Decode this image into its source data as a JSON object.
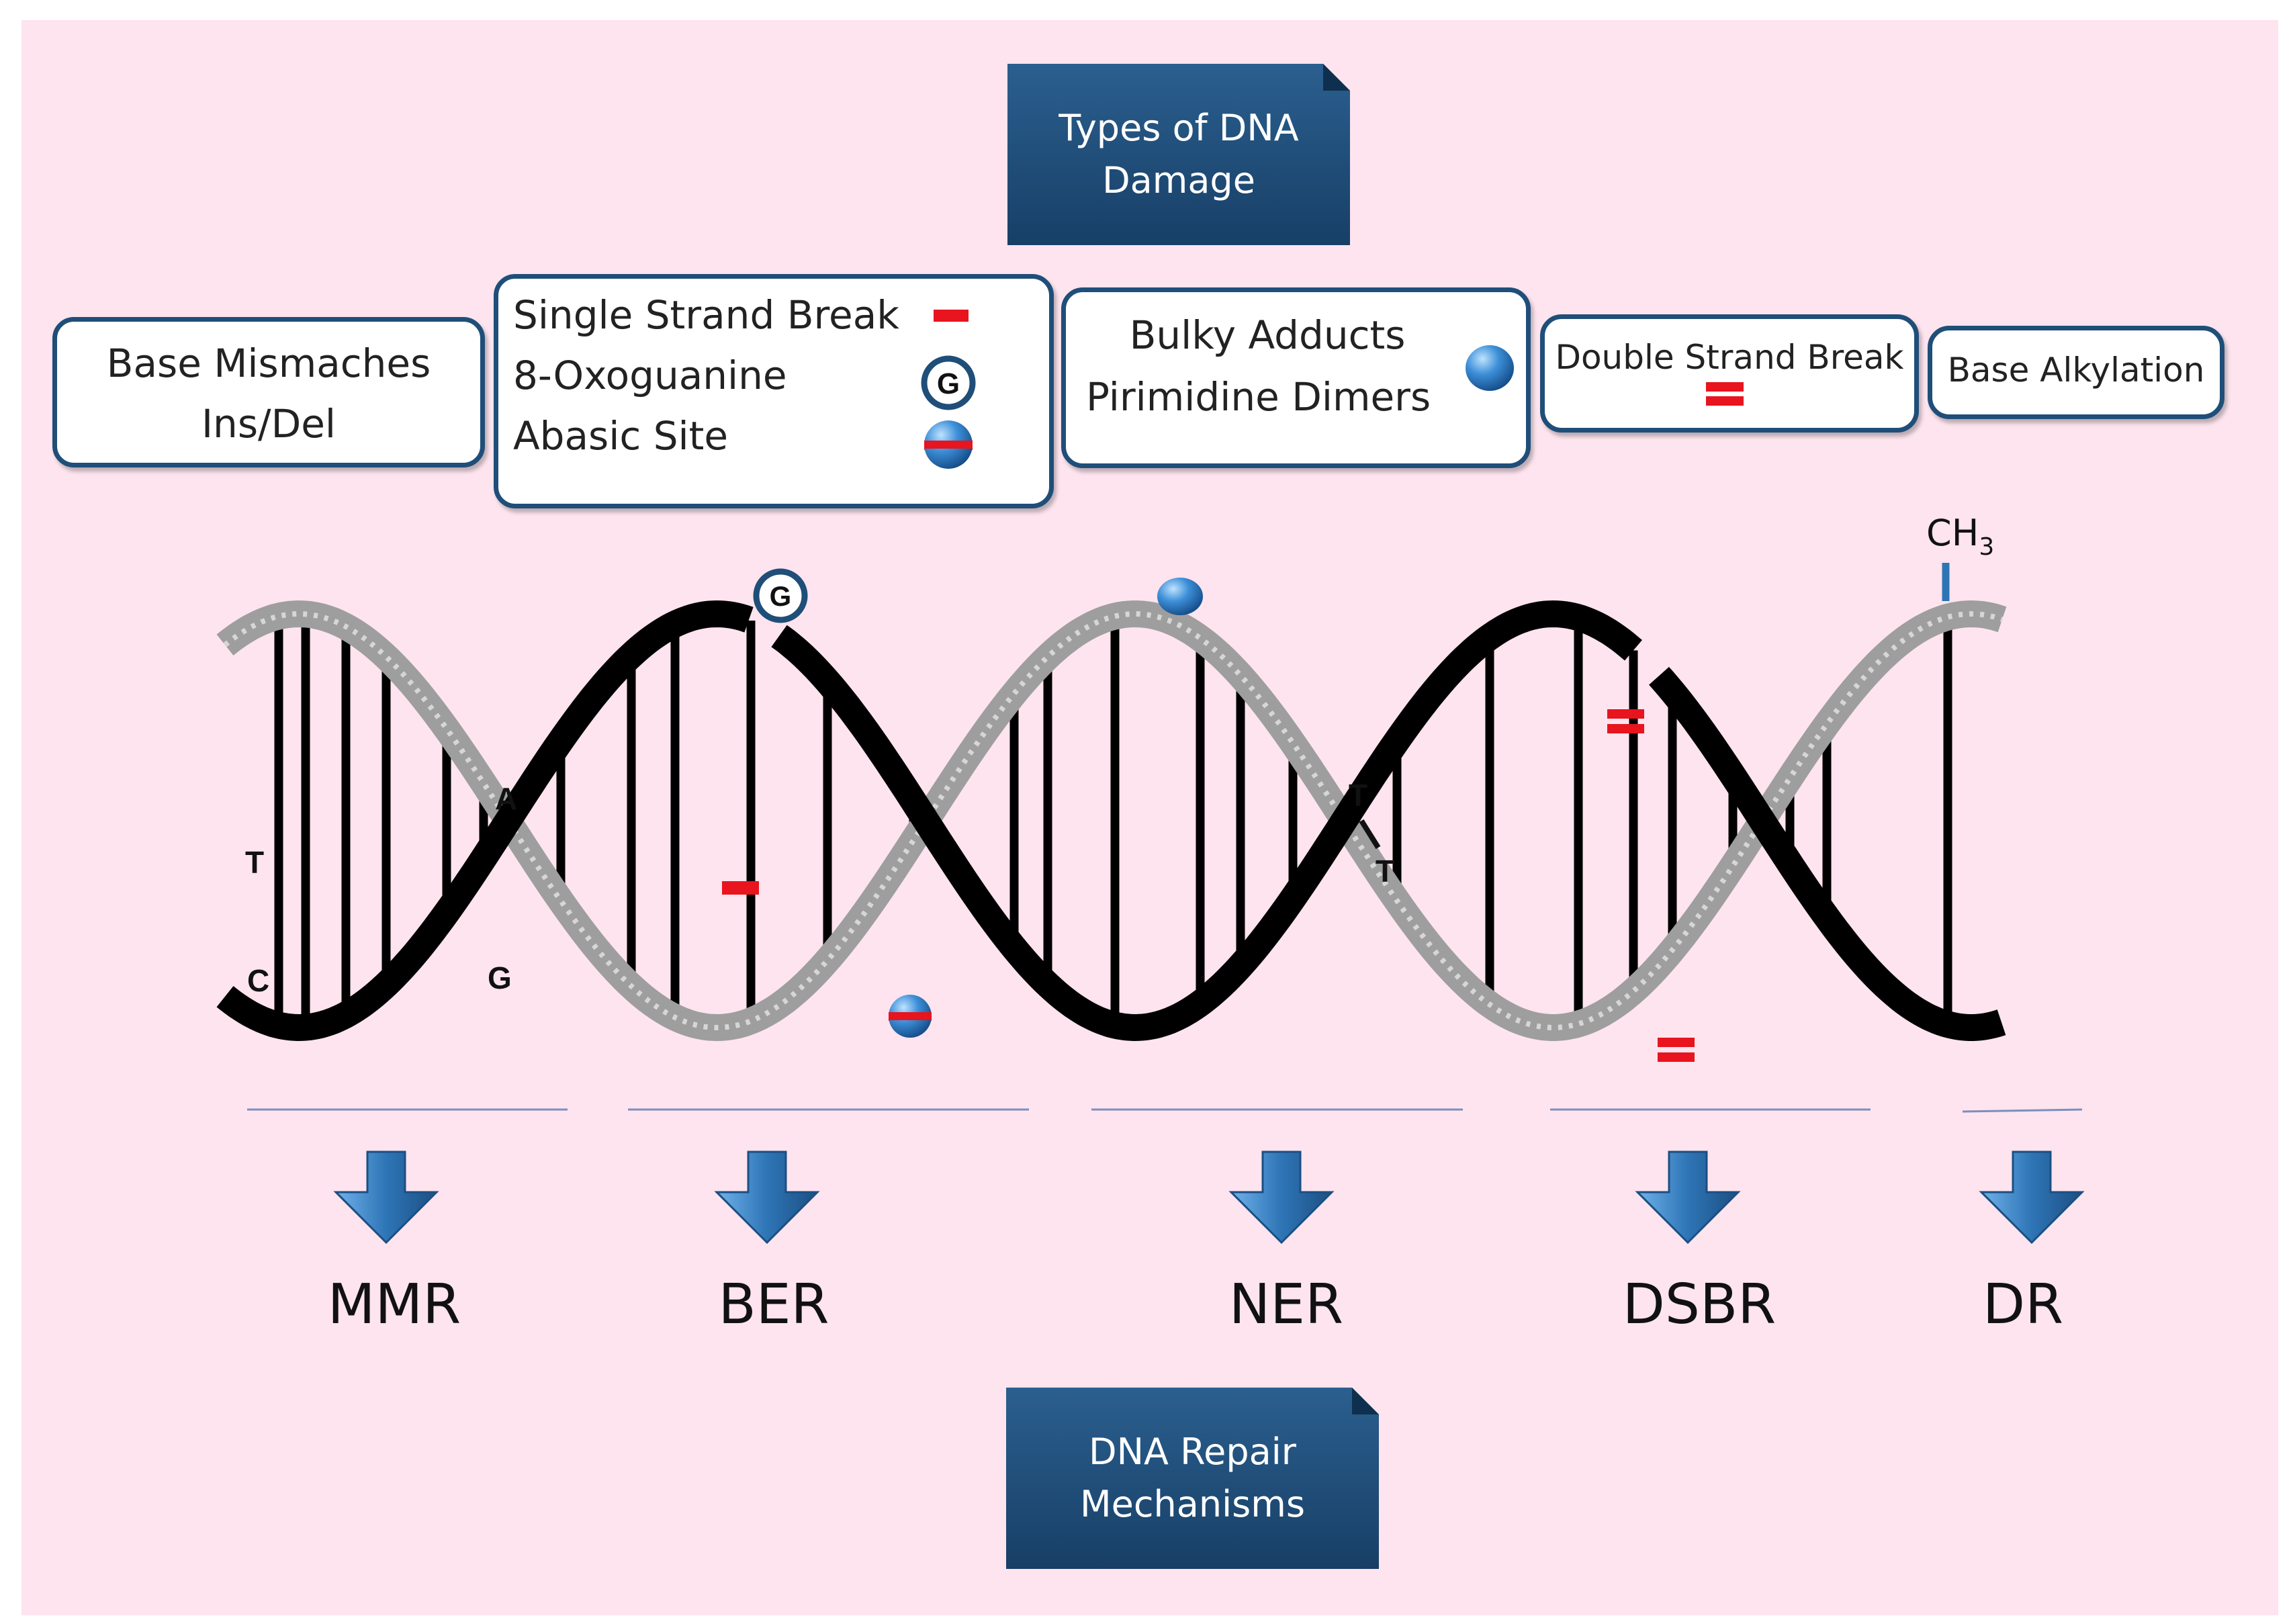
{
  "title": {
    "line1": "Types of DNA",
    "line2": "Damage"
  },
  "footer": {
    "line1": "DNA Repair",
    "line2": "Mechanisms"
  },
  "damage_types": {
    "box1": {
      "line1": "Base Mismaches",
      "line2": "Ins/Del"
    },
    "box2": {
      "line1": "Single Strand Break",
      "line2": "8-Oxoguanine",
      "line3": "Abasic Site",
      "oxog_symbol": "G"
    },
    "box3": {
      "line1": "Bulky Adducts",
      "line2": "Pirimidine Dimers"
    },
    "box4": {
      "line1": "Double Strand Break"
    },
    "box5": {
      "line1": "Base Alkylation"
    }
  },
  "helix": {
    "mismatch_bases": [
      "T",
      "C",
      "A",
      "G"
    ],
    "oxog_symbol": "G",
    "dimer_bases": [
      "T",
      "T"
    ],
    "methyl_label": "CH",
    "methyl_subscript": "3"
  },
  "repair_mechanisms": [
    "MMR",
    "BER",
    "NER",
    "DSBR",
    "DR"
  ],
  "colors": {
    "background": "#fde4ee",
    "title_box": "#1f4e79",
    "box_border": "#1f4e79",
    "strand_dark": "#000000",
    "strand_light": "#9e9e9e",
    "break_mark": "#e8141e",
    "arrow": "#2e75b6"
  }
}
